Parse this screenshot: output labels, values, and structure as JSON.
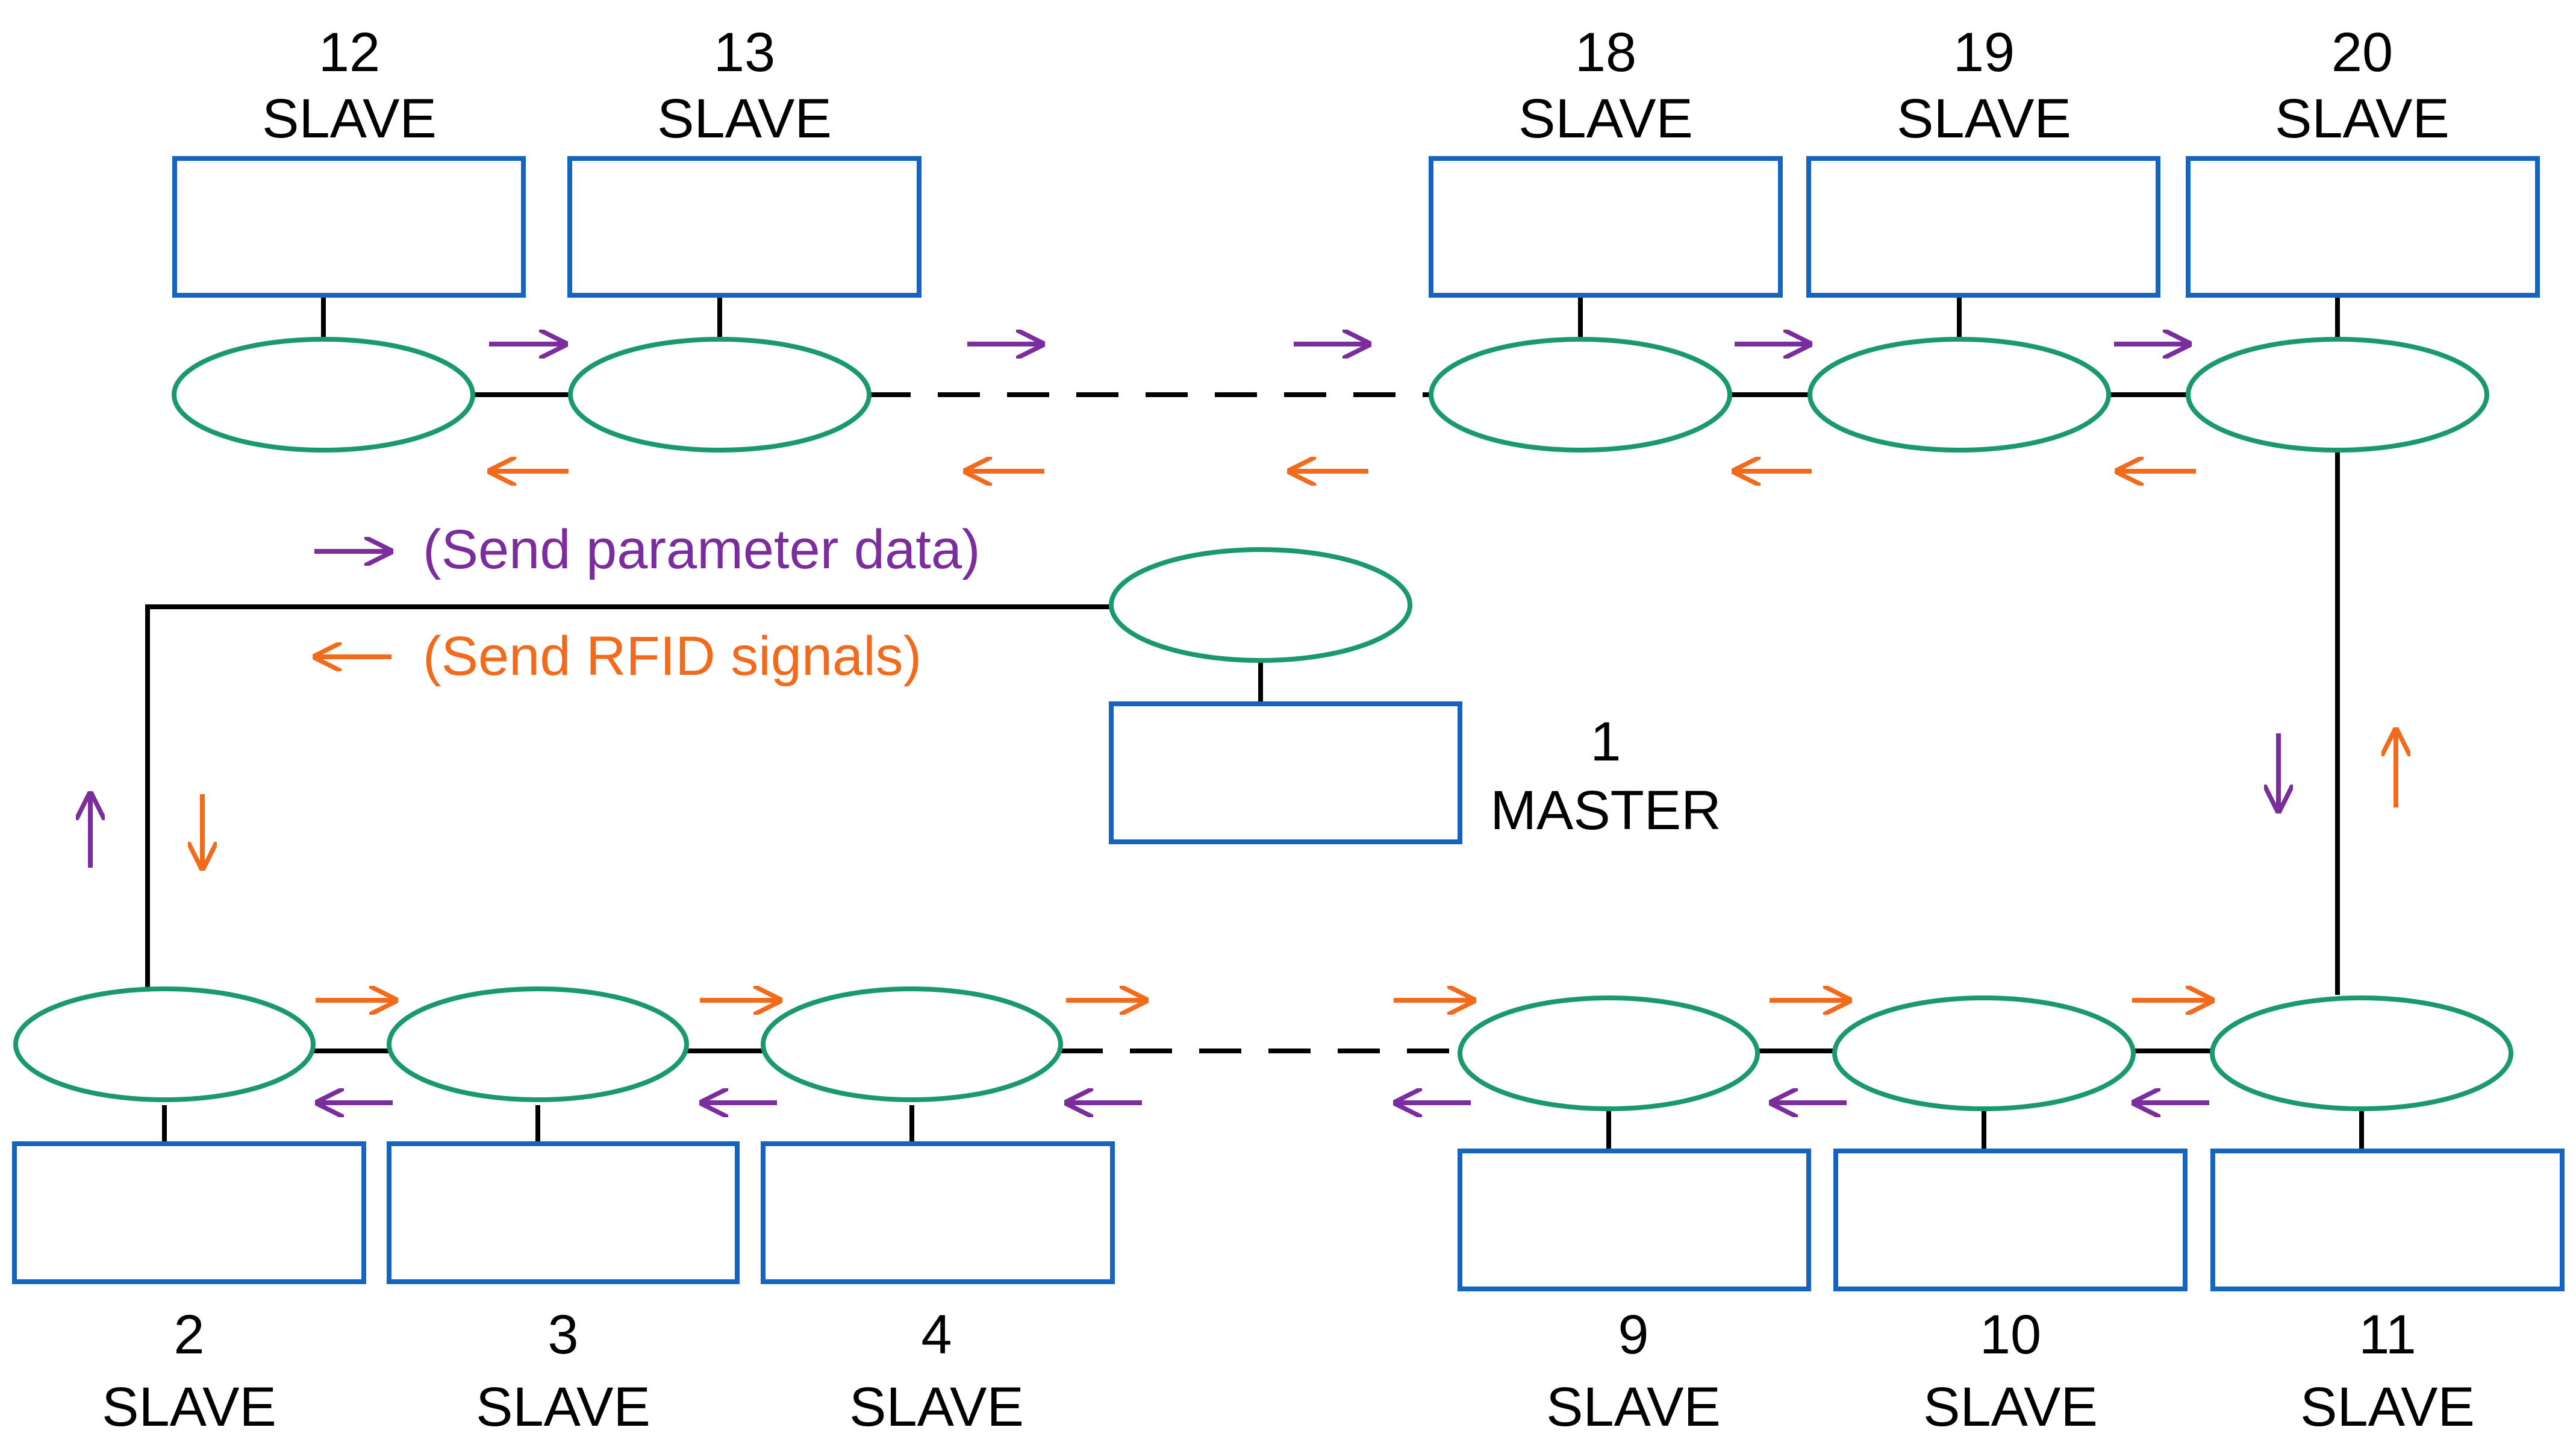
{
  "colors": {
    "box": "#1565c0",
    "ellipse": "#1a9a6b",
    "line": "#000000",
    "param_arrow": "#7b2d9e",
    "rfid_arrow": "#f26b1d"
  },
  "master": {
    "number": "1",
    "role": "MASTER"
  },
  "slaves": [
    {
      "number": "12",
      "role": "SLAVE"
    },
    {
      "number": "13",
      "role": "SLAVE"
    },
    {
      "number": "18",
      "role": "SLAVE"
    },
    {
      "number": "19",
      "role": "SLAVE"
    },
    {
      "number": "20",
      "role": "SLAVE"
    },
    {
      "number": "2",
      "role": "SLAVE"
    },
    {
      "number": "3",
      "role": "SLAVE"
    },
    {
      "number": "4",
      "role": "SLAVE"
    },
    {
      "number": "9",
      "role": "SLAVE"
    },
    {
      "number": "10",
      "role": "SLAVE"
    },
    {
      "number": "11",
      "role": "SLAVE"
    }
  ],
  "legend": {
    "parameter": {
      "arrow": "→",
      "text": "(Send parameter data)"
    },
    "rfid": {
      "arrow": "←",
      "text": "(Send RFID signals)"
    }
  }
}
